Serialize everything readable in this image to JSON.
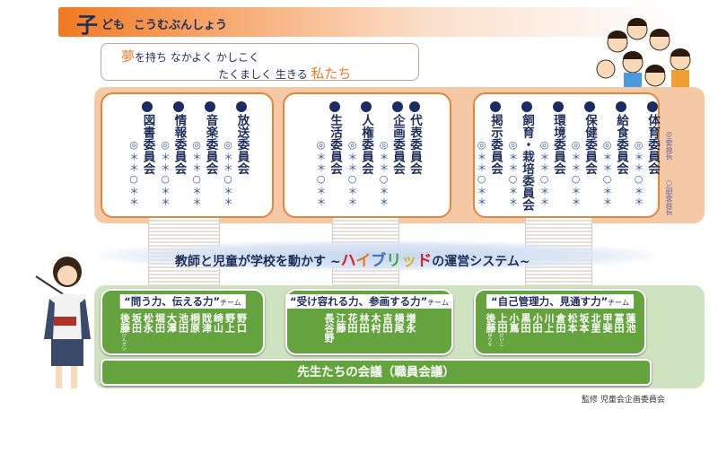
{
  "header": {
    "title_big": "子",
    "title_small": "ども",
    "title_rest": "こうむぶんしょう"
  },
  "motto": {
    "line1_accent": "夢",
    "line1": "を持ち なかよく かしこく",
    "line2": "たくましく 生きる ",
    "line2_accent": "私たち"
  },
  "committee_groups": [
    {
      "committees": [
        {
          "name": "図書委員会",
          "members": "◎＊＊○＊＊"
        },
        {
          "name": "情報委員会",
          "members": "◎＊＊○＊＊"
        },
        {
          "name": "音楽委員会",
          "members": "◎＊＊○＊＊"
        },
        {
          "name": "放送委員会",
          "members": "◎＊＊○＊＊"
        }
      ]
    },
    {
      "committees": [
        {
          "name": "生活委員会",
          "members": "◎＊＊○＊＊"
        },
        {
          "name": "人権委員会",
          "members": "◎＊＊○＊＊"
        },
        {
          "name": "企画委員会",
          "members": "◎＊＊○＊＊"
        },
        {
          "name": "代表委員会",
          "members": ""
        }
      ]
    },
    {
      "committees": [
        {
          "name": "掲示委員会",
          "members": "◎＊＊○＊＊"
        },
        {
          "name": "飼育・栽培委員会",
          "members": "◎＊＊○＊＊"
        },
        {
          "name": "環境委員会",
          "members": "◎＊＊○＊＊"
        },
        {
          "name": "保健委員会",
          "members": "◎＊＊○＊＊"
        },
        {
          "name": "給食委員会",
          "members": "◎＊＊○＊＊"
        },
        {
          "name": "体育委員会",
          "members": "◎＊＊○＊＊"
        }
      ]
    }
  ],
  "legend": {
    "chair": "◎委員長",
    "vice": "○副委員長"
  },
  "banner": {
    "pre": "教師と児童が学校を動かす ~",
    "hybrid": [
      "ハ",
      "イ",
      "ブ",
      "リ",
      "ッ",
      "ド"
    ],
    "hybrid_colors": [
      "#d2202a",
      "#e8731f",
      "#3d6fc1",
      "#3da13d",
      "#e0b020",
      "#c8202a"
    ],
    "post": "の運営システム~"
  },
  "teams": [
    {
      "label": "“問う力、伝える力”",
      "suffix": "チーム",
      "members": [
        {
          "n": "後藤",
          "note": "けんせい"
        },
        {
          "n": "坂田"
        },
        {
          "n": "松永"
        },
        {
          "n": "堀田"
        },
        {
          "n": "大澤"
        },
        {
          "n": "池田"
        },
        {
          "n": "桐原"
        },
        {
          "n": "戝津"
        },
        {
          "n": "崎山"
        },
        {
          "n": "野上"
        },
        {
          "n": "野口"
        }
      ]
    },
    {
      "label": "“受け容れる力、参画する力”",
      "suffix": "チーム",
      "members": [
        {
          "n": "長谷野"
        },
        {
          "n": "江藤"
        },
        {
          "n": "花田"
        },
        {
          "n": "林田"
        },
        {
          "n": "木村"
        },
        {
          "n": "吉田"
        },
        {
          "n": "横尾"
        },
        {
          "n": "増永"
        }
      ]
    },
    {
      "label": "“自己管理力、見通す力”",
      "suffix": "チーム",
      "members": [
        {
          "n": "後藤",
          "note": "ゆりな"
        },
        {
          "n": "上田",
          "note": "けいこ"
        },
        {
          "n": "小嶌"
        },
        {
          "n": "黒田"
        },
        {
          "n": "小田"
        },
        {
          "n": "川上"
        },
        {
          "n": "倉田"
        },
        {
          "n": "松本"
        },
        {
          "n": "坂本"
        },
        {
          "n": "北里"
        },
        {
          "n": "甲斐"
        },
        {
          "n": "冨田"
        },
        {
          "n": "蓮池"
        }
      ]
    }
  ],
  "meeting": "先生たちの会議（職員会議）",
  "footer": "監修 児童会企画委員会"
}
